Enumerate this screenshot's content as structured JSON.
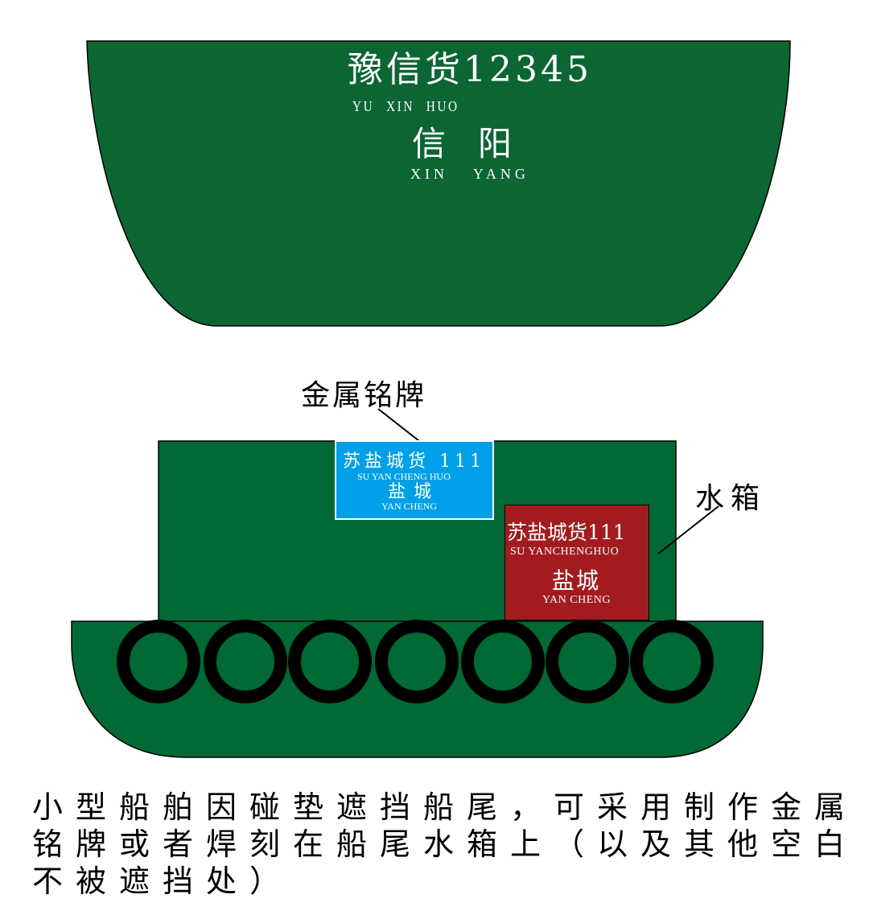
{
  "colors": {
    "hull_green": "#0b6633",
    "hull_green_lower": "#006934",
    "plate_blue": "#00a0e9",
    "plate_red": "#a21c1f",
    "fender_black": "#000000",
    "text_white": "#ffffff",
    "text_black": "#000000"
  },
  "stern_top": {
    "name": "豫信货12345",
    "name_pinyin": "YU  XIN  HUO",
    "port": "信阳",
    "port_pinyin": "XIN  YANG"
  },
  "stern_bottom": {
    "callout_plate": "金属铭牌",
    "callout_tank": "水箱",
    "metal_plate": {
      "name": "苏盐城货 111",
      "name_pinyin": "SU  YAN CHENG HUO",
      "port": "盐城",
      "port_pinyin": "YAN CHENG"
    },
    "water_tank_plate": {
      "name": "苏盐城货111",
      "name_pinyin": "SU  YANCHENGHUO",
      "port": "盐城",
      "port_pinyin": "YAN  CHENG"
    },
    "fender_count": 7
  },
  "caption": {
    "lines": [
      "小型船舶因碰垫遮挡船尾，可采用制作金属",
      "铭牌或者焊刻在船尾水箱上（以及其他空白",
      "不被遮挡处）"
    ]
  }
}
